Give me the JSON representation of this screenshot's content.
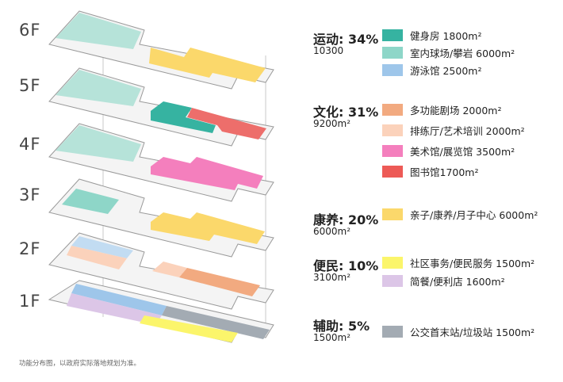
{
  "floors": [
    "6F",
    "5F",
    "4F",
    "3F",
    "2F",
    "1F"
  ],
  "categories": [
    {
      "name": "运动",
      "pct": "34%",
      "area": "10300",
      "items": [
        {
          "label": "健身房 1800m²",
          "color": "#36b3a1"
        },
        {
          "label": "室内球场/攀岩 6000m²",
          "color": "#8ed6c8"
        },
        {
          "label": "游泳馆 2500m²",
          "color": "#9ec6ea"
        }
      ]
    },
    {
      "name": "文化",
      "pct": "31%",
      "area": "9200m²",
      "items": [
        {
          "label": "多功能剧场 2000m²",
          "color": "#f2aa80"
        },
        {
          "label": "排练厅/艺术培训 2000m²",
          "color": "#fbd2bb"
        },
        {
          "label": "美术馆/展览馆 3500m²",
          "color": "#f47fbd"
        },
        {
          "label": "图书馆1700m²",
          "color": "#ed5a56"
        }
      ]
    },
    {
      "name": "康养",
      "pct": "20%",
      "area": "6000m²",
      "items": [
        {
          "label": "亲子/康养/月子中心 6000m²",
          "color": "#fbd86b"
        }
      ]
    },
    {
      "name": "便民",
      "pct": "10%",
      "area": "3100m²",
      "items": [
        {
          "label": "社区事务/便民服务 1500m²",
          "color": "#fbf56b"
        },
        {
          "label": "简餐/便利店 1600m²",
          "color": "#dcc6e7"
        }
      ]
    },
    {
      "name": "辅助",
      "pct": "5%",
      "area": "1500m²",
      "items": [
        {
          "label": "公交首末站/垃圾站 1500m²",
          "color": "#a3abb3"
        }
      ]
    }
  ],
  "note": "功能分布图，以政府实际落地规划为准。"
}
